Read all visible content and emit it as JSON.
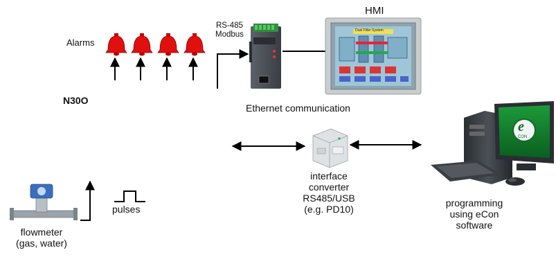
{
  "labels": {
    "alarms": "Alarms",
    "rs485_line1": "RS-485",
    "rs485_line2": "Modbus",
    "hmi": "HMI",
    "device": "N30O",
    "ethernet": "Ethernet communication",
    "converter_line1": "interface",
    "converter_line2": "converter",
    "converter_line3": "RS485/USB",
    "converter_line4": "(e.g. PD10)",
    "pulses": "pulses",
    "flowmeter_line1": "flowmeter",
    "flowmeter_line2": "(gas, water)",
    "programming_line1": "programming",
    "programming_line2": "using eCon",
    "programming_line3": "software",
    "econ_logo": "e",
    "econ_logo_small": "CON",
    "hmi_screen_title": "Dual Filter System"
  },
  "colors": {
    "alarm_red": "#e01010",
    "line": "#000000",
    "hmi_frame": "#c9cdd0",
    "hmi_screen_bg": "#7fb0c8",
    "device_dark": "#4a4f55",
    "terminal_green": "#39a845"
  },
  "alarm_count": 4
}
